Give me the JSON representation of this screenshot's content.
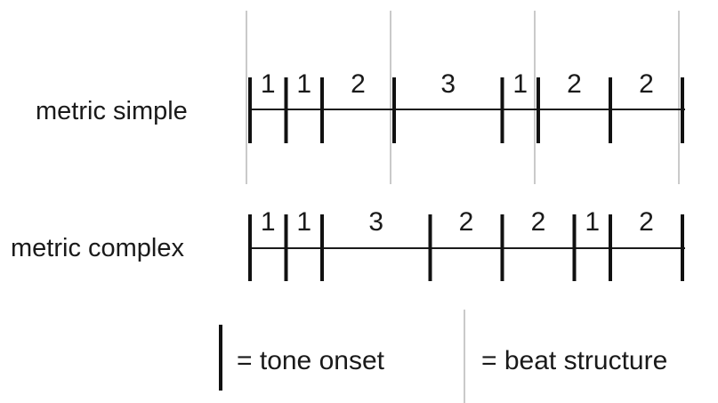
{
  "rows": [
    {
      "label": "metric simple",
      "intervals": [
        1,
        1,
        2,
        3,
        1,
        2,
        2
      ]
    },
    {
      "label": "metric complex",
      "intervals": [
        1,
        1,
        3,
        2,
        2,
        1,
        2
      ]
    }
  ],
  "beat_period": 4,
  "legend": {
    "tone_onset_text": "= tone onset",
    "beat_structure_text": "= beat structure"
  },
  "colors": {
    "onset": "#111111",
    "beat": "#b8b8b8",
    "text": "#1a1a1a"
  }
}
